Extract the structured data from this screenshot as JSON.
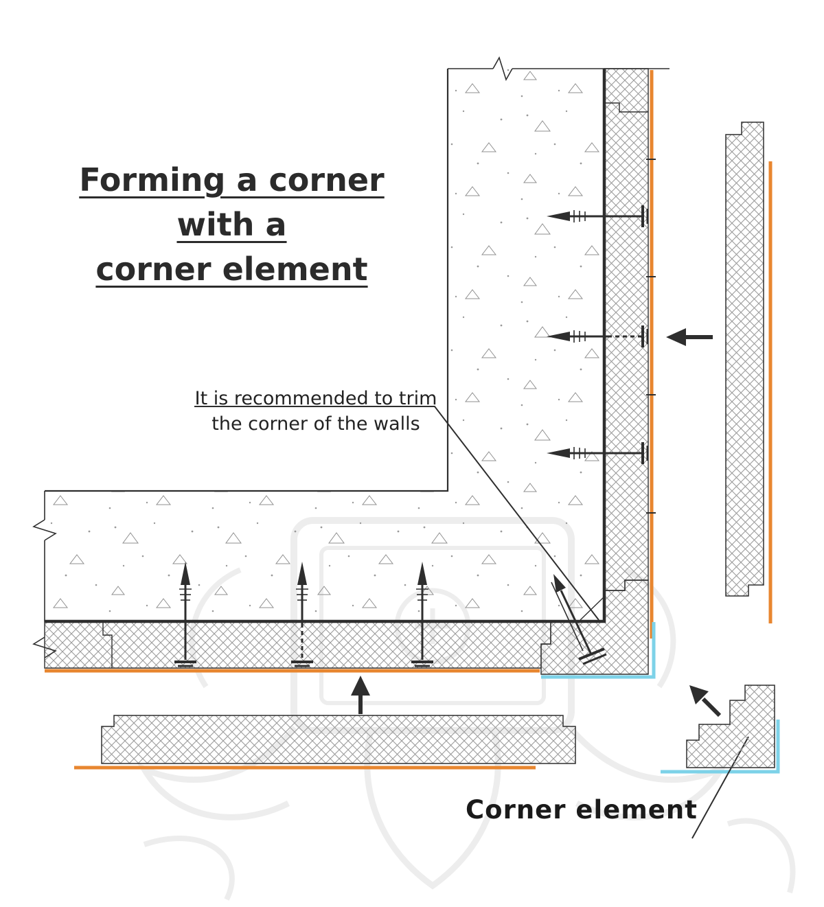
{
  "title": {
    "line1": "Forming a corner with a",
    "line2": "corner element"
  },
  "annotation": {
    "line1": "It is recommended to trim",
    "line2": "the corner of the walls"
  },
  "corner_element_label": "Corner element",
  "colors": {
    "facing_orange": "#E8862F",
    "corner_facing_cyan": "#7DD2E8",
    "line_dark": "#2E2E2E",
    "hatch_gray": "#9B9B9B",
    "watermark_gray": "#EDEDED"
  }
}
